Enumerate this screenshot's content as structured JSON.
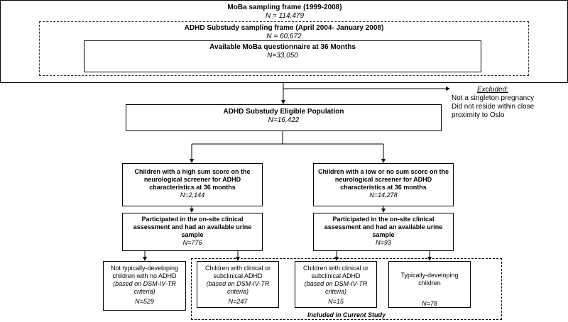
{
  "frame1": {
    "title": "MoBa sampling frame (1999-2008)",
    "n": "N = 114,479"
  },
  "frame2": {
    "title": "ADHD Substudy sampling frame (April 2004- January 2008)",
    "n": "N = 60,672"
  },
  "frame3": {
    "title": "Available MoBa questionnaire at 36 Months",
    "n": "N=33,050"
  },
  "excluded": {
    "heading": "Excluded:",
    "line1": "Not a singleton pregnancy",
    "line2": "Did not reside within close",
    "line3": "proximity to Oslo"
  },
  "eligible": {
    "title": "ADHD Substudy Eligible Population",
    "n": "N=16,422"
  },
  "high": {
    "line1": "Children with a high sum score on the",
    "line2": "neurological screener for ADHD",
    "line3": "characteristics at 36 months",
    "n": "N=2,144"
  },
  "low": {
    "line1": "Children with a low or no sum score on the",
    "line2": "neurological screener for ADHD",
    "line3": "characteristics at 36 months",
    "n": "N=14,278"
  },
  "part_high": {
    "line1": "Participated in the on-site clinical",
    "line2": "assessment  and had an available urine",
    "line3": "sample",
    "n": "N=776"
  },
  "part_low": {
    "line1": "Participated in the on-site clinical",
    "line2": "assessment and had an available urine",
    "line3": "sample",
    "n": "N=93"
  },
  "leaf1": {
    "line1": "Not typically-developing",
    "line2": "children with no ADHD",
    "line3": "(based on DSM-IV-TR",
    "line4": "criteria)",
    "n": "N=529"
  },
  "leaf2": {
    "line1": "Children with clinical or",
    "line2": "subclinical ADHD",
    "line3": "(based on DSM-IV-TR",
    "line4": "criteria)",
    "n": "N=247"
  },
  "leaf3": {
    "line1": "Children with clinical or",
    "line2": "subclinical ADHD",
    "line3": "(based on DSM-IV-TR",
    "line4": "criteria)",
    "n": "N=15"
  },
  "leaf4": {
    "line1": "Typically-developing",
    "line2": "children",
    "n": "N=78"
  },
  "included_caption": "Included in Current Study"
}
